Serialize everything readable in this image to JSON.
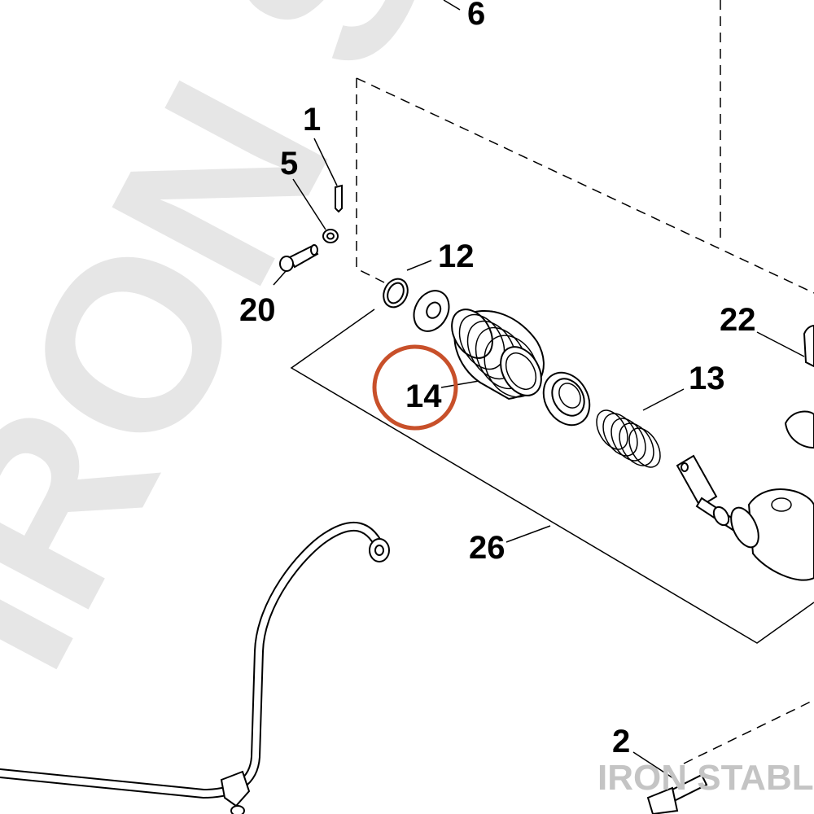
{
  "watermark": {
    "text": "IRON STABLE"
  },
  "brand": {
    "text": "IRON STABLE"
  },
  "callouts": {
    "c6": "6",
    "c1": "1",
    "c5": "5",
    "c12": "12",
    "c20": "20",
    "c22": "22",
    "c14": "14",
    "c13": "13",
    "c26": "26",
    "c2": "2"
  },
  "highlight": {
    "part": "14",
    "color": "#c8502a"
  }
}
